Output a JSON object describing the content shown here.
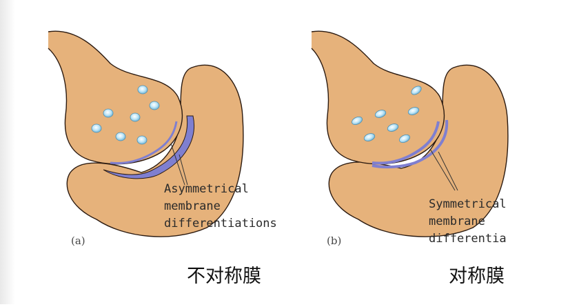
{
  "panels": [
    {
      "panel_label": "(a)",
      "annotation": [
        "Asymmetrical",
        "membrane",
        "differentiations"
      ],
      "caption": "不对称膜"
    },
    {
      "panel_label": "(b)",
      "annotation": [
        "Symmetrical",
        "membrane",
        "differentia"
      ],
      "caption": "对称膜"
    }
  ],
  "colors": {
    "terminal_fill": "#e6b27b",
    "terminal_outline": "#2b1a10",
    "membrane_blue": "#7f7fd0",
    "vesicle": "#b7e3f5",
    "background_left_strip": "#ececec"
  }
}
